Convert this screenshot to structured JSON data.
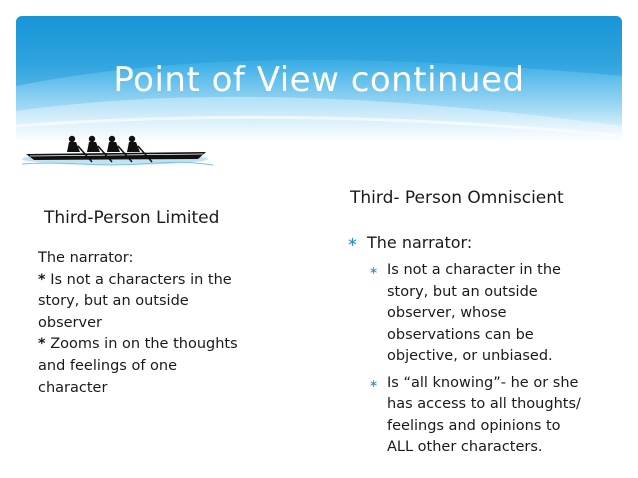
{
  "slide": {
    "title": "Point of View continued"
  },
  "left": {
    "heading": "Third-Person Limited",
    "lines": [
      {
        "prefix": "",
        "text": "The narrator:"
      },
      {
        "prefix": "*",
        "text": " Is not a characters in the"
      },
      {
        "prefix": "",
        "text": "story, but an outside"
      },
      {
        "prefix": "",
        "text": "observer"
      },
      {
        "prefix": "*",
        "text": " Zooms in on the thoughts"
      },
      {
        "prefix": "",
        "text": "and feelings of one"
      },
      {
        "prefix": "",
        "text": "character"
      }
    ]
  },
  "right": {
    "heading": "Third- Person Omniscient",
    "bullet_char": "∗",
    "main_bullet": "The narrator:",
    "sub_bullets": [
      {
        "lines": [
          "Is not a character in the",
          "story, but an outside",
          "observer, whose",
          "observations can be",
          "objective, or unbiased."
        ]
      },
      {
        "lines": [
          "Is “all knowing”- he or she",
          "has access to all thoughts/",
          "feelings and opinions to",
          "ALL other characters."
        ]
      }
    ]
  },
  "colors": {
    "header_blue": "#1b97d8",
    "bullet_blue": "#2a8fd0"
  },
  "icons": {
    "boat": "rowing-boat-icon"
  }
}
